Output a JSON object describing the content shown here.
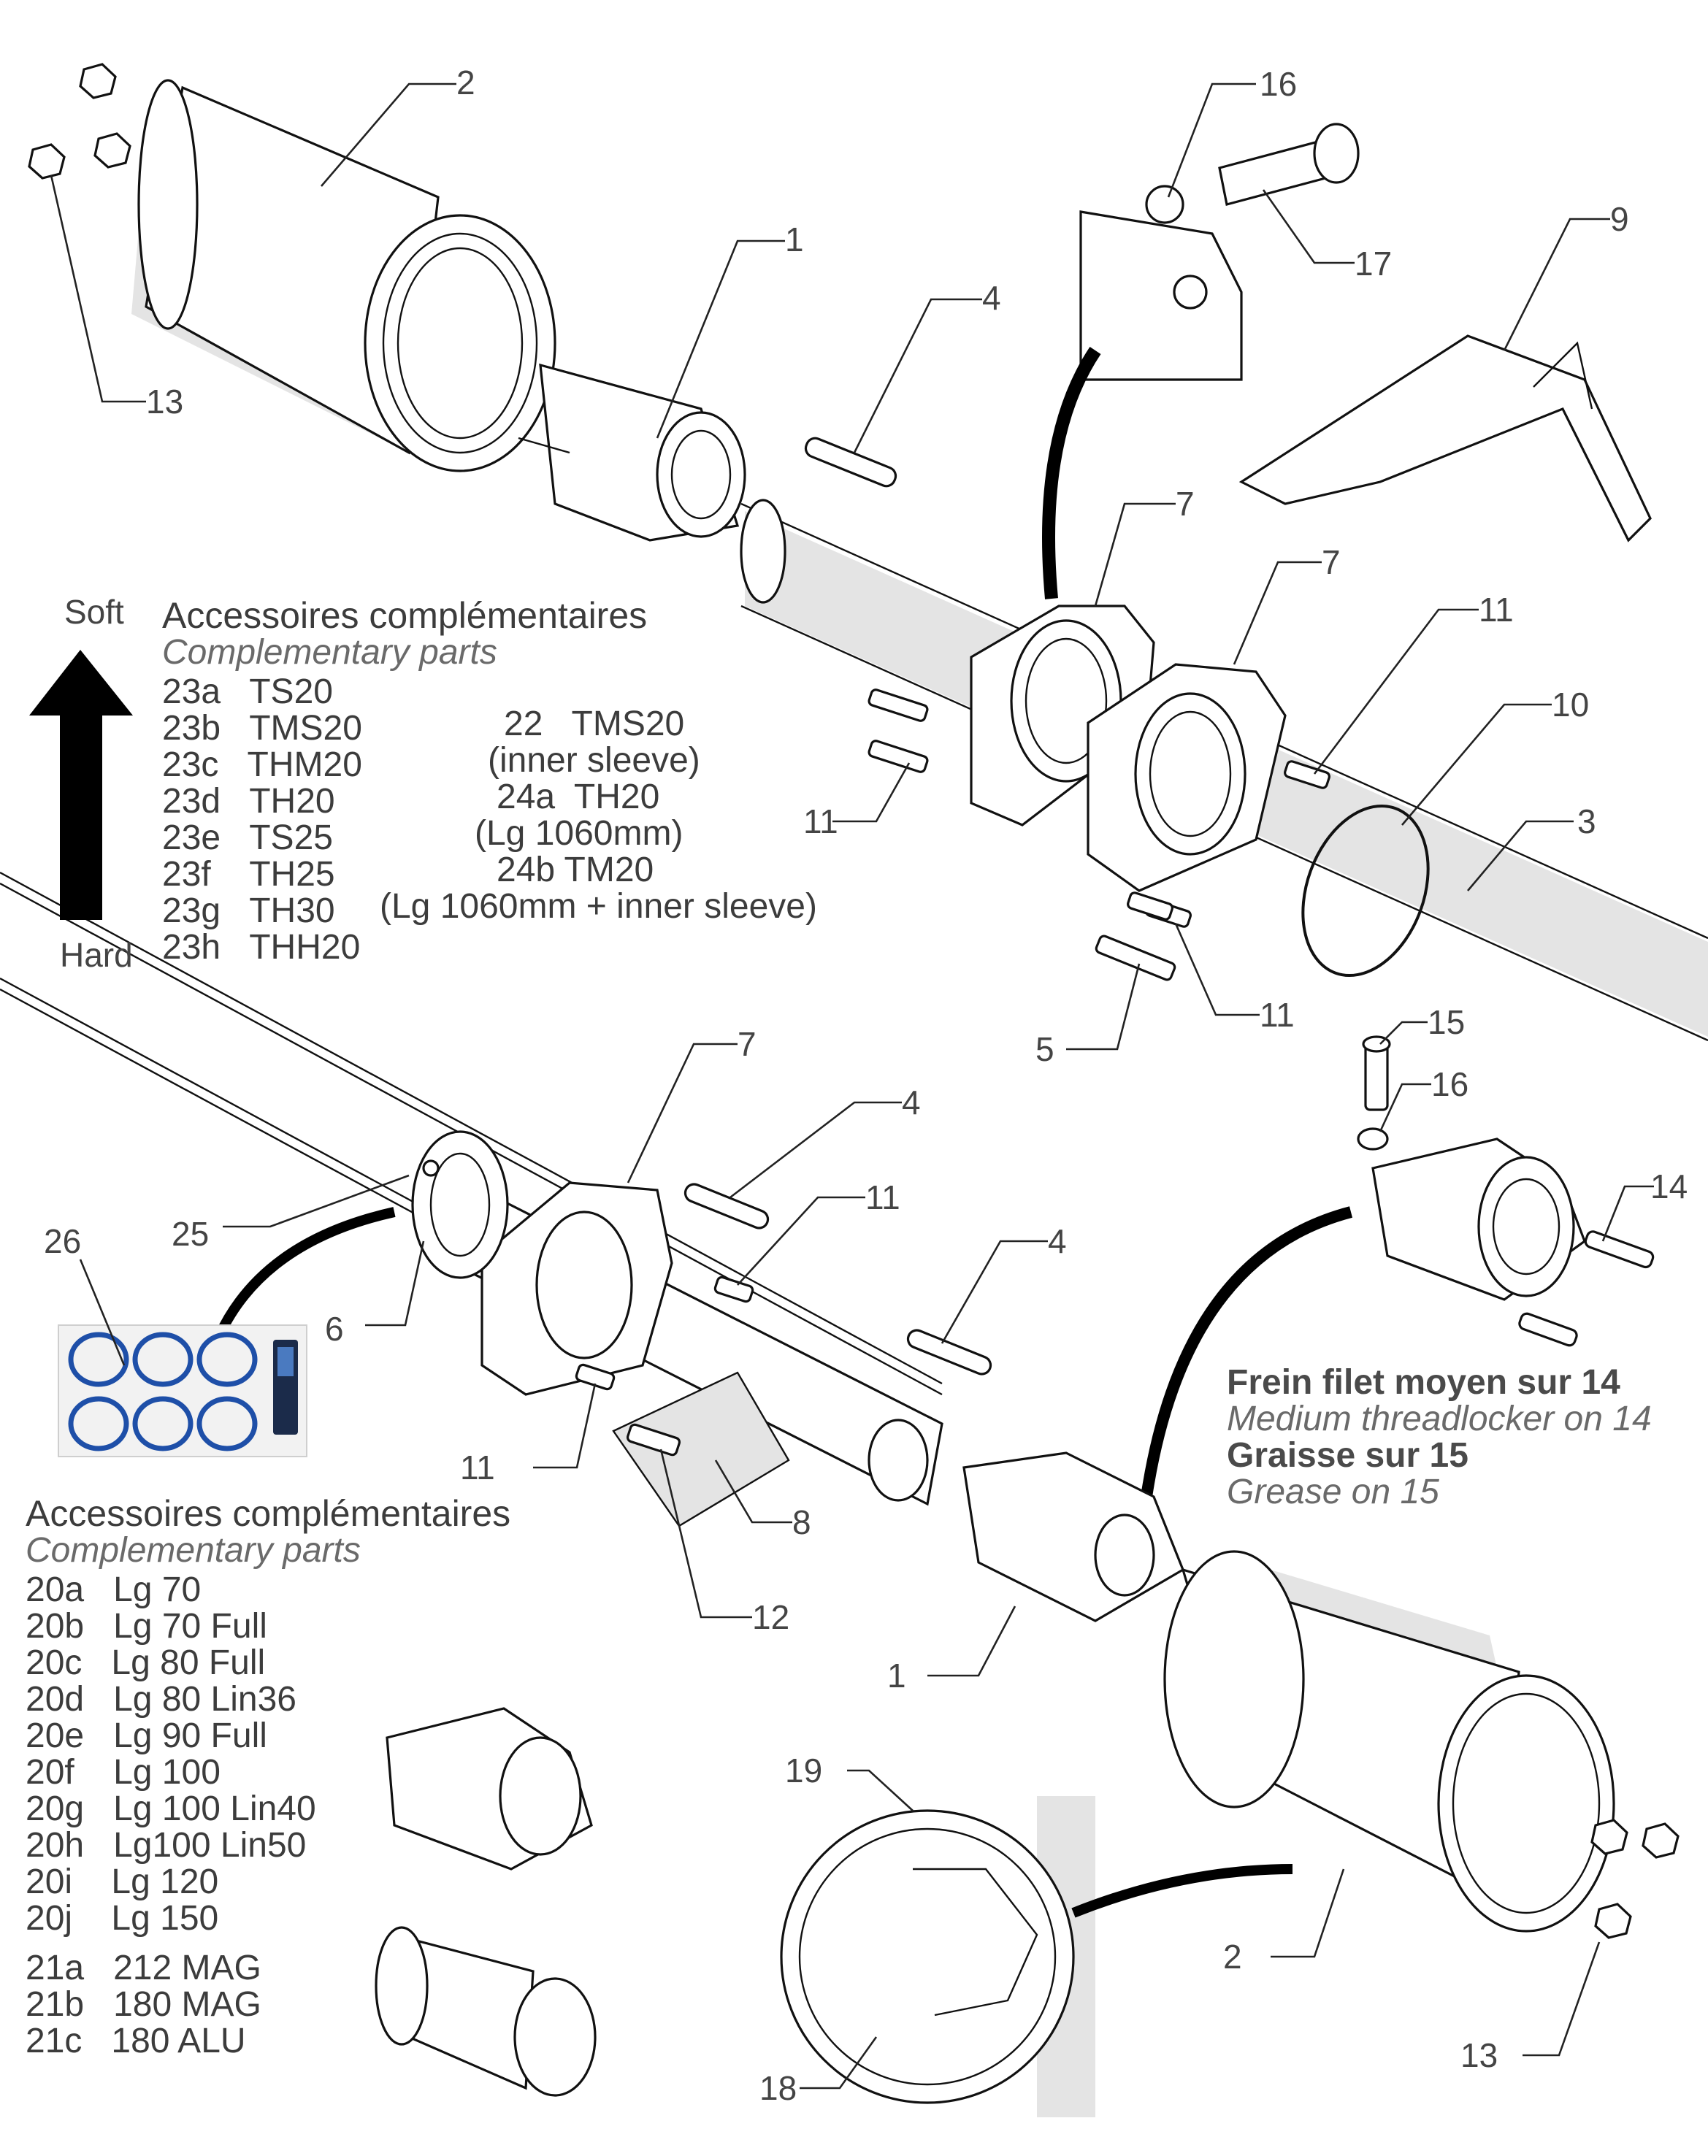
{
  "part_labels": {
    "p2_top": "2",
    "p1_top": "1",
    "p4_top": "4",
    "p16_top": "16",
    "p17": "17",
    "p9": "9",
    "p13_top": "13",
    "p7_a": "7",
    "p7_b": "7",
    "p11_a": "11",
    "p10": "10",
    "p3": "3",
    "p11_b": "11",
    "p11_c": "11",
    "p5": "5",
    "p15": "15",
    "p16_b": "16",
    "p14": "14",
    "p7_c": "7",
    "p4_b": "4",
    "p11_d": "11",
    "p4_c": "4",
    "p26": "26",
    "p25": "25",
    "p6": "6",
    "p11_e": "11",
    "p8": "8",
    "p12": "12",
    "p1_b": "1",
    "p19": "19",
    "p2_b": "2",
    "p13_b": "13",
    "p18": "18"
  },
  "stiffness": {
    "soft": "Soft",
    "hard": "Hard"
  },
  "accessories_top": {
    "title_fr": "Accessoires complémentaires",
    "title_en": "Complementary parts",
    "left": [
      "23a   TS20",
      "23b   TMS20",
      "23c   THM20",
      "23d   TH20",
      "23e   TS25",
      "23f    TH25",
      "23g   TH30",
      "23h   THH20"
    ],
    "right": [
      "22   TMS20",
      "(inner sleeve)",
      "24a  TH20",
      "(Lg 1060mm)",
      "24b TM20",
      "(Lg 1060mm + inner sleeve)"
    ]
  },
  "notes": {
    "fr1": "Frein filet moyen sur 14",
    "en1": "Medium threadlocker on 14",
    "fr2": "Graisse sur 15",
    "en2": "Grease on 15"
  },
  "accessories_bottom": {
    "title_fr": "Accessoires complémentaires",
    "title_en": "Complementary parts",
    "items": [
      "20a   Lg 70",
      "20b   Lg 70 Full",
      "20c   Lg 80 Full",
      "20d   Lg 80 Lin36",
      "20e   Lg 90 Full",
      "20f    Lg 100",
      "20g   Lg 100 Lin40",
      "20h   Lg100 Lin50",
      "20i    Lg 120",
      "20j    Lg 150"
    ],
    "items2": [
      "21a   212 MAG",
      "21b   180 MAG",
      "21c   180 ALU"
    ]
  },
  "colors": {
    "oring_blue": "#1e4fa8",
    "text": "#3c3c3c",
    "line": "#222222"
  }
}
